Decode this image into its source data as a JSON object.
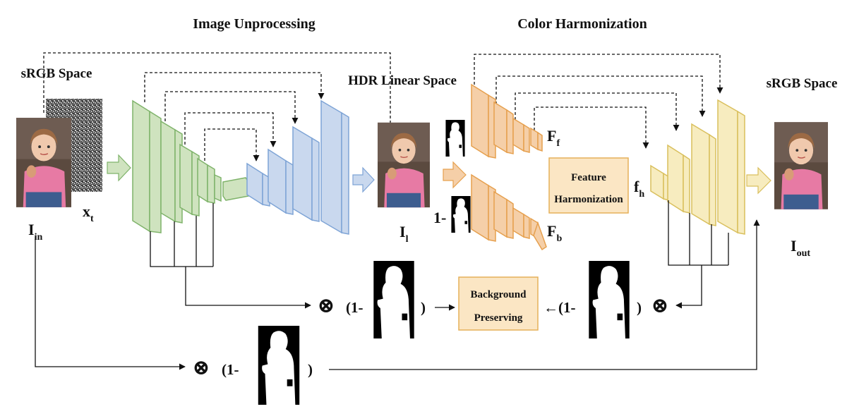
{
  "headings": {
    "image_unprocessing": "Image Unprocessing",
    "color_harmonization": "Color Harmonization"
  },
  "spaces": {
    "srgb_left": "sRGB Space",
    "hdr_linear": "HDR Linear Space",
    "srgb_right": "sRGB Space"
  },
  "symbols": {
    "x": "x",
    "x_sub": "t",
    "i_in": "I",
    "i_in_sub": "in",
    "i_l": "I",
    "i_l_sub": "l",
    "i_out": "I",
    "i_out_sub": "out",
    "f_f": "F",
    "f_f_sub": "f",
    "f_b": "F",
    "f_b_sub": "b",
    "f_h": "f",
    "f_h_sub": "h"
  },
  "boxes": {
    "feature_harmonization": [
      "Feature",
      "Harmonization"
    ],
    "background_preserving": [
      "Background",
      "Preserving"
    ]
  },
  "operators": {
    "otimes": "⊗",
    "one_minus": "(1-",
    "close_paren": ")",
    "mask_one_minus": "1-",
    "left_arrow_one_minus": "←(1-"
  },
  "colors": {
    "green_fill": "#cfe3bf",
    "green_stroke": "#7fb36a",
    "blue_fill": "#c9d8ee",
    "blue_stroke": "#7ea4d6",
    "orange_fill": "#f5cfa8",
    "orange_stroke": "#e6a04e",
    "yellow_fill": "#f7ecbf",
    "yellow_stroke": "#d9bf5c",
    "box_fill": "#fbe6c4",
    "box_stroke": "#e5b15a"
  }
}
